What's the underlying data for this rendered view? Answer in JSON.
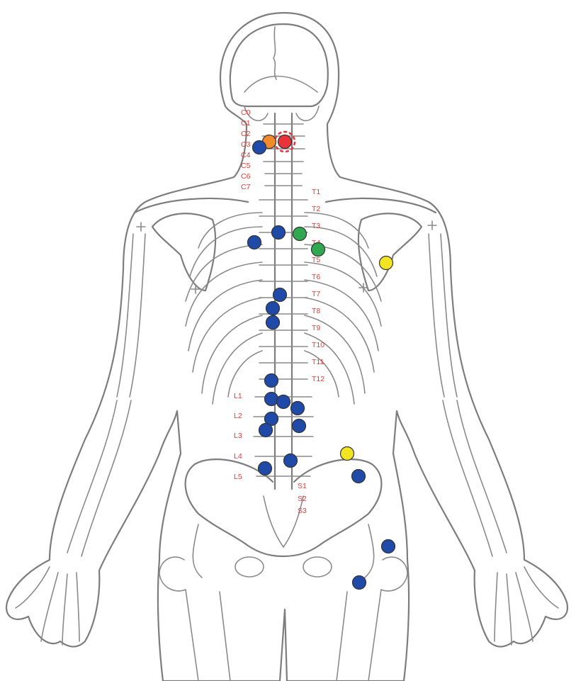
{
  "figure": {
    "labels": {
      "cervical": [
        "C0",
        "C1",
        "C2",
        "C3",
        "C4",
        "C5",
        "C6",
        "C7"
      ],
      "thoracic": [
        "T1",
        "T2",
        "T3",
        "T4",
        "T5",
        "T6",
        "T7",
        "T8",
        "T9",
        "T10",
        "T11",
        "T12"
      ],
      "lumbar": [
        "L1",
        "L2",
        "L3",
        "L4",
        "L5"
      ],
      "sacral": [
        "S1",
        "S2",
        "S3"
      ]
    },
    "marker_colors": {
      "blue": "#1f4aa8",
      "green": "#2fa84f",
      "yellow": "#f2e423",
      "orange": "#f08a2a",
      "red": "#e8333a"
    },
    "markers": [
      {
        "color": "red",
        "style": "highlighted"
      },
      {
        "color": "orange"
      },
      {
        "color": "blue"
      },
      {
        "color": "blue"
      },
      {
        "color": "blue"
      },
      {
        "color": "green"
      },
      {
        "color": "green"
      },
      {
        "color": "yellow"
      },
      {
        "color": "blue"
      },
      {
        "color": "blue"
      },
      {
        "color": "blue"
      },
      {
        "color": "blue"
      },
      {
        "color": "blue"
      },
      {
        "color": "blue"
      },
      {
        "color": "blue"
      },
      {
        "color": "blue"
      },
      {
        "color": "blue"
      },
      {
        "color": "blue"
      },
      {
        "color": "blue"
      },
      {
        "color": "blue"
      },
      {
        "color": "yellow"
      },
      {
        "color": "blue"
      },
      {
        "color": "blue"
      },
      {
        "color": "blue"
      }
    ]
  }
}
